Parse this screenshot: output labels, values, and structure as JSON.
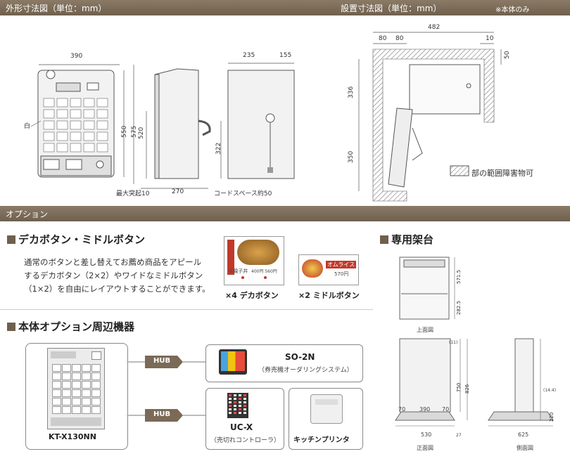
{
  "sections": {
    "outer": "外形寸法図（単位：mm）",
    "install": "設置寸法図（単位：mm）",
    "install_note": "※本体のみ",
    "options": "オプション"
  },
  "outer_dims": {
    "w390": "390",
    "h550": "550",
    "h575": "575",
    "h520": "520",
    "d235": "235",
    "d155": "155",
    "h322": "322",
    "proj": "最大突起10",
    "d270": "270",
    "cord": "コードスペース約50",
    "white": "白"
  },
  "install_dims": {
    "d80a": "80",
    "d80b": "80",
    "d482": "482",
    "d10": "10",
    "d50": "50",
    "d336": "336",
    "d350": "350",
    "legend": "部の範囲障害物可"
  },
  "deka": {
    "title": "デカボタン・ミドルボタン",
    "line1": "通常のボタンと差し替えてお薦め商品をアピール",
    "line2": "するデカボタン（2×2）やワイドなミドルボタン",
    "line3": "（1×2）を自由にレイアウトすることができます。",
    "cap1": "×4 デカボタン",
    "cap2": "×2 ミドルボタン",
    "btn1_text": "①親子丼",
    "btn1_price": "400円 560円",
    "btn2_title": "オムライス",
    "btn2_price": "570円"
  },
  "stand": {
    "title": "専用架台",
    "top_label": "上面図",
    "front_label": "正面図",
    "side_label": "側面図",
    "t571": "571.5",
    "t282": "282.5",
    "t11": "(11)",
    "f750": "750",
    "f826": "826",
    "f70a": "70",
    "f390": "390",
    "f70b": "70",
    "f530": "530",
    "f27": "27",
    "s625": "625",
    "s144": "(14.4)",
    "s220": "220"
  },
  "periph": {
    "title": "本体オプション周辺機器",
    "hub1": "HUB",
    "hub2": "HUB",
    "so_name": "SO-2N",
    "so_desc": "（券売機オーダリングシステム）",
    "uc_name": "UC-X",
    "uc_desc": "（売切れコントローラ）",
    "printer": "キッチンプリンタ",
    "machine": "KT-X130NN"
  }
}
